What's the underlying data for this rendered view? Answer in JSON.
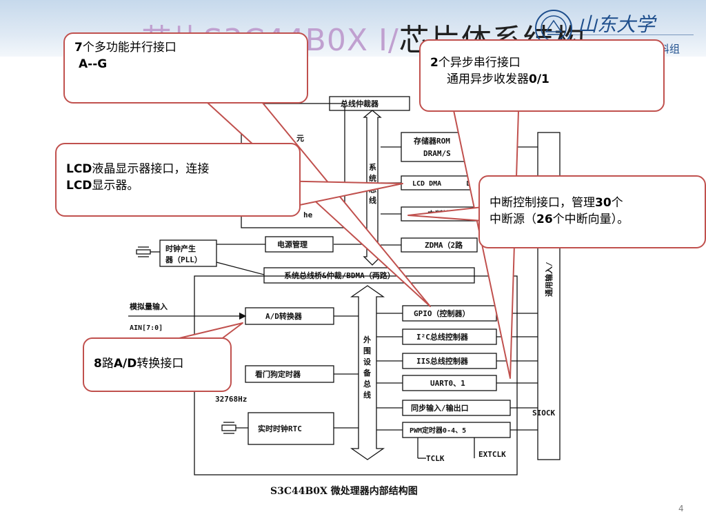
{
  "title": {
    "prefix": "芯片S3C44B0X I/",
    "suffix": "芯片体系结构"
  },
  "logo": {
    "text": "山东大学"
  },
  "department": "科组",
  "page_number": "4",
  "diagram": {
    "bus_arbiter": "总线仲裁器",
    "memory": "存储器ROM",
    "memory2": "DRAM/S",
    "lcd_dma": "LCD DMA",
    "lcd_l": "L",
    "interrupt": "中断控制",
    "cache": "he",
    "element": "元",
    "system_bus": [
      "系",
      "统",
      "总",
      "线"
    ],
    "clock_gen": [
      "时钟产生",
      "器（PLL）"
    ],
    "power": "电源管理",
    "zdma": "ZDMA（2路",
    "bridge": "系统总线桥&仲裁/BDMA（两路）",
    "analog_in": "模拟量输入",
    "ain": "AIN[7:0]",
    "adc": "A/D转换器",
    "gpio": "GPIO（控制器）",
    "i2c": "I²C总线控制器",
    "iis": "IIS总线控制器",
    "uart": "UART0、1",
    "watchdog": "看门狗定时器",
    "crystal": "32768Hz",
    "rtc": "实时时钟RTC",
    "peripheral_bus": [
      "外",
      "围",
      "设",
      "备",
      "总",
      "线"
    ],
    "sync_io": "同步输入/输出口",
    "pwm": "PWM定时器0-4、5",
    "tclk": "TCLK",
    "extclk": "EXTCLK",
    "siock": "SIOCK",
    "gpio_io": "通用输入/",
    "caption": "S3C44B0X 微处理器内部结构图"
  },
  "callouts": {
    "parallel": {
      "line1_num": "7",
      "line1_text": "个多功能并行接口",
      "line2": "A--G"
    },
    "serial": {
      "line1_num": "2",
      "line1_text": "个异步串行接口",
      "line2_text": "通用异步收发器",
      "line2_num": "0/1"
    },
    "lcd": {
      "line1": "LCD",
      "line1_text": "液晶显示器接口，连接",
      "line2": "LCD",
      "line2_text": "显示器。"
    },
    "interrupt": {
      "line1_text": "中断控制接口，管理",
      "line1_num": "30",
      "line1_end": "个",
      "line2_text": "中断源（",
      "line2_num": "26",
      "line2_end": "个中断向量）。"
    },
    "adc": {
      "num": "8",
      "text1": "路",
      "bold": "A/D",
      "text2": "转换接口"
    }
  },
  "colors": {
    "callout_border": "#c0504d",
    "title_blue": "#1e4e8c",
    "header_bg": "#c6d9ec"
  }
}
